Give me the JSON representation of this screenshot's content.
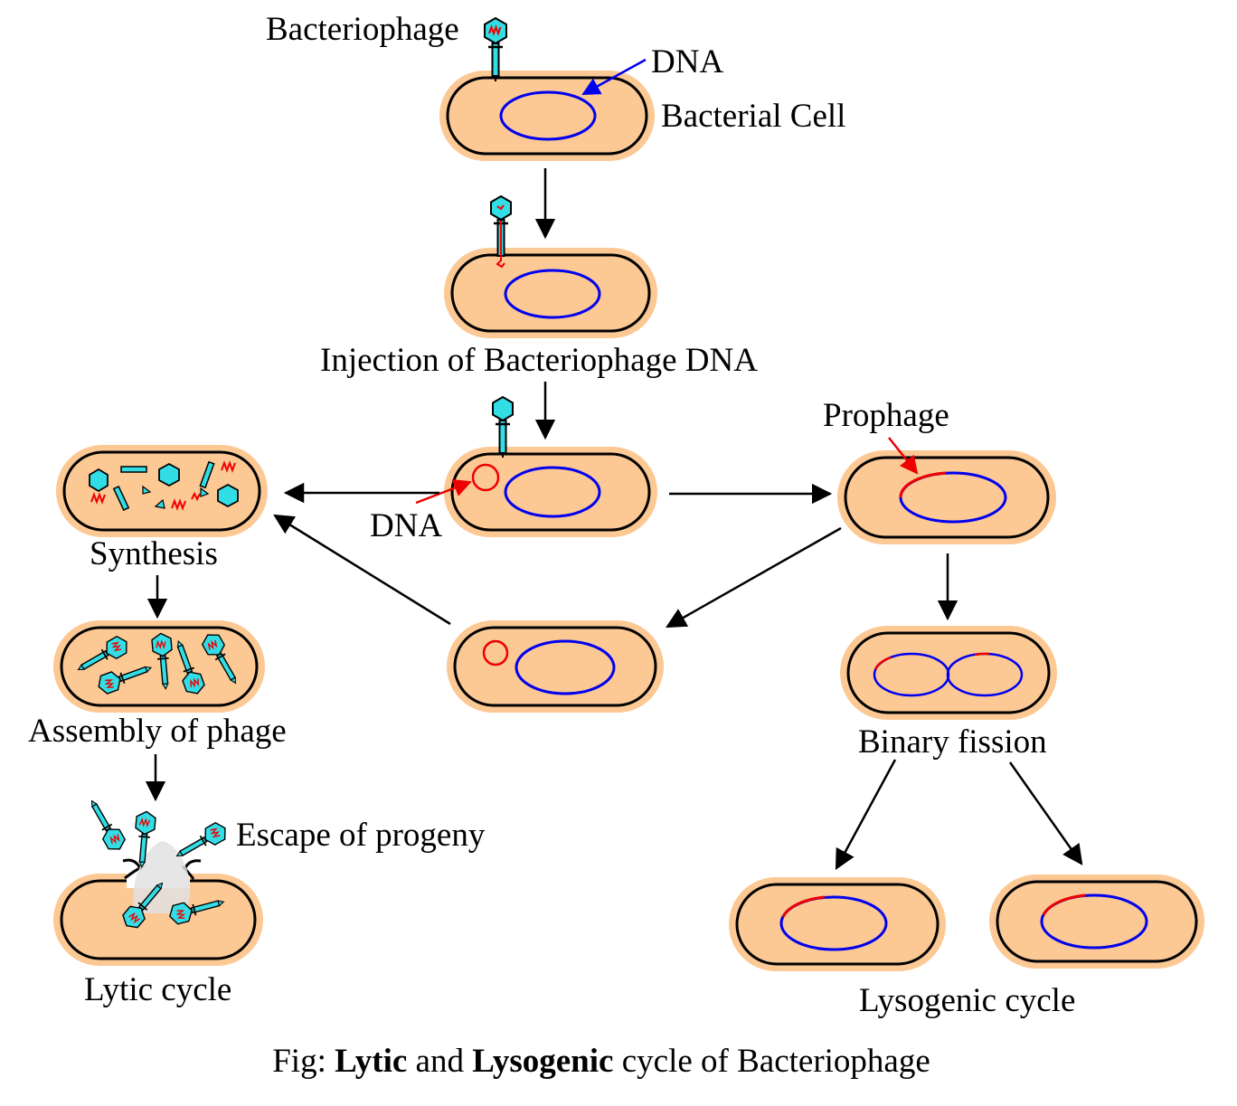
{
  "labels": {
    "bacteriophage": "Bacteriophage",
    "dna_top": "DNA",
    "bacterial_cell": "Bacterial Cell",
    "injection": "Injection of Bacteriophage DNA",
    "prophage": "Prophage",
    "dna_mid": "DNA",
    "synthesis": "Synthesis",
    "assembly": "Assembly of phage",
    "escape": "Escape of progeny",
    "lytic": "Lytic cycle",
    "binary_fission": "Binary fission",
    "lysogenic": "Lysogenic cycle"
  },
  "caption": {
    "prefix": "Fig: ",
    "lytic": "Lytic",
    "and": " and ",
    "lysogenic": "Lysogenic",
    "suffix": " cycle of Bacteriophage"
  },
  "colors": {
    "cell_fill": "#fcc894",
    "cell_outline": "#000000",
    "bacterial_dna": "#0000ee",
    "phage_dna": "#ee0000",
    "phage_body": "#33dde6",
    "arrow": "#000000"
  }
}
